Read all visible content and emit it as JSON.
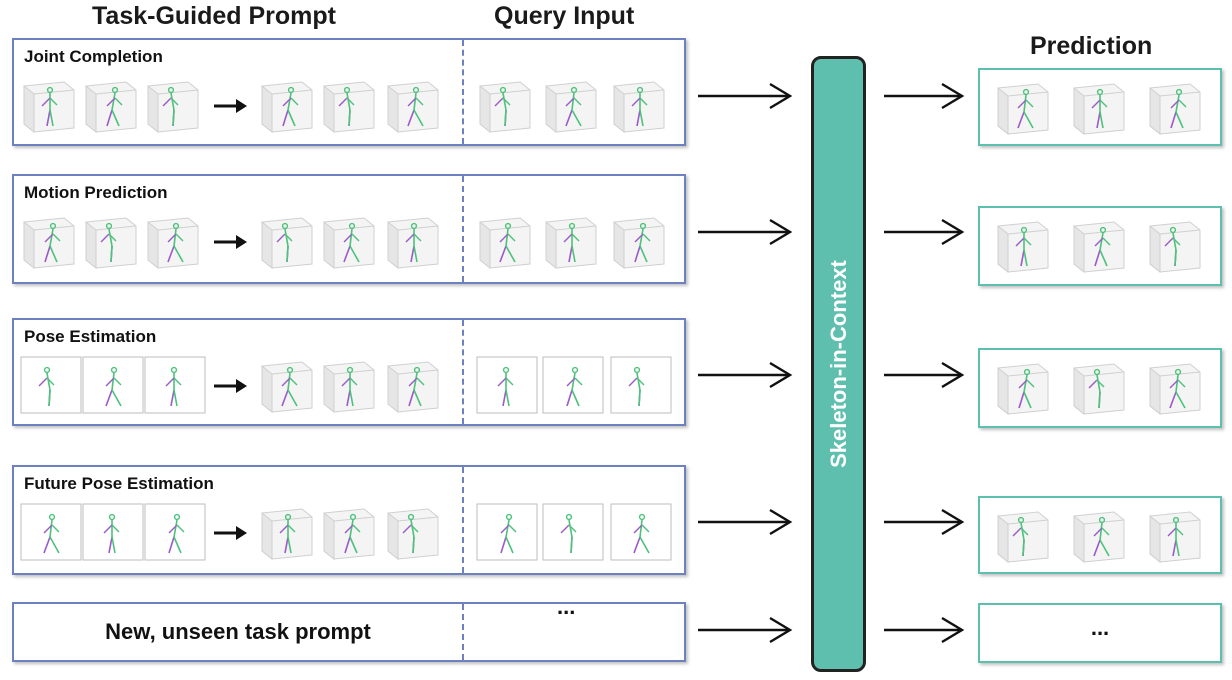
{
  "headers": {
    "prompt": "Task-Guided Prompt",
    "query": "Query Input",
    "prediction": "Prediction"
  },
  "model_label": "Skeleton-in-Context",
  "tasks": [
    {
      "name": "Joint Completion",
      "prompt_input_style": "3d"
    },
    {
      "name": "Motion Prediction",
      "prompt_input_style": "3d"
    },
    {
      "name": "Pose Estimation",
      "prompt_input_style": "2d"
    },
    {
      "name": "Future Pose Estimation",
      "prompt_input_style": "2d"
    }
  ],
  "unseen_task_label": "New, unseen task prompt",
  "query_ellipsis": "...",
  "prediction_ellipsis": "...",
  "colors": {
    "prompt_border": "#6d80c0",
    "prediction_border": "#5fbfae",
    "model_fill": "#5fbfae",
    "skeleton_green": "#4cc27a",
    "skeleton_purple": "#9b59c9"
  }
}
